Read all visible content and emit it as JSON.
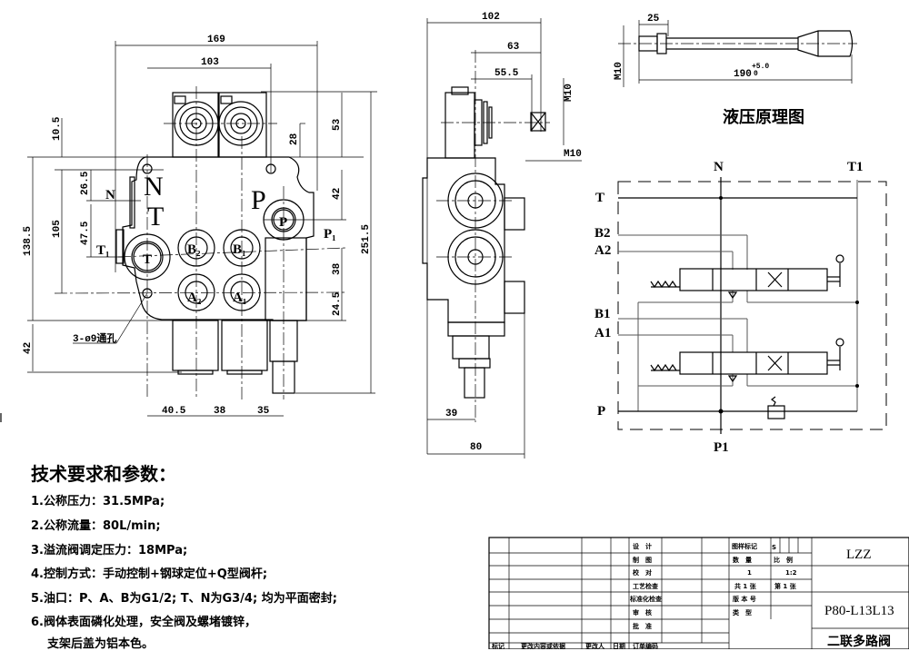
{
  "front_view": {
    "dims": {
      "w169": "169",
      "w103": "103",
      "h10_5": "10.5",
      "h26_5": "26.5",
      "h47_5": "47.5",
      "h105": "105",
      "h138_5": "138.5",
      "h42b": "42",
      "h53": "53",
      "h28": "28",
      "h42r": "42",
      "h38": "38",
      "h24_5": "24.5",
      "h251_5": "251.5",
      "w40_5": "40.5",
      "w38": "38",
      "w35": "35"
    },
    "labels": {
      "N_big": "N",
      "T_big": "T",
      "P_big": "P",
      "N_side": "N",
      "T1": "T₁",
      "P1": "P₁",
      "port_T": "T",
      "port_P": "P",
      "port_B2": "B₂",
      "port_B1": "B₁",
      "port_A2": "A₂",
      "port_A1": "A₁",
      "holes": "3-ø9通孔"
    }
  },
  "side_view": {
    "dims": {
      "w102": "102",
      "w63": "63",
      "w55_5": "55.5",
      "m10_v": "M10",
      "m10_h": "M10",
      "w39": "39",
      "w80": "80"
    }
  },
  "handle": {
    "dims": {
      "w25": "25",
      "m10": "M10",
      "len": "190",
      "tol_upper": "+5.0",
      "tol_lower": "0"
    }
  },
  "schematic": {
    "title": "液压原理图",
    "labels": {
      "N": "N",
      "T1": "T1",
      "T": "T",
      "B2": "B2",
      "A2": "A2",
      "B1": "B1",
      "A1": "A1",
      "P": "P",
      "P1": "P1"
    }
  },
  "requirements": {
    "title": "技术要求和参数：",
    "items": [
      "1.公称压力：31.5MPa;",
      "2.公称流量：80L/min;",
      "3.溢流阀调定压力：18MPa;",
      "4.控制方式：手动控制+钢球定位+Q型阀杆;",
      "5.油口：P、A、B为G1/2; T、N为G3/4; 均为平面密封;",
      "6.阀体表面磷化处理，安全阀及螺堵镀锌，",
      "支架后盖为铝本色。"
    ]
  },
  "title_block": {
    "sign_rows": [
      "设　计",
      "制　图",
      "校　对",
      "工艺检查",
      "标准化检查",
      "审　核",
      "批　准"
    ],
    "footer": [
      "标记",
      "更改内容或依据",
      "更改人",
      "日期",
      "订单编码"
    ],
    "drawing_mark_label": "图样标记",
    "drawing_mark_value": "S",
    "quantity_label": "数　量",
    "scale_label": "比　例",
    "quantity": "1",
    "scale": "1:2",
    "sheets_total": "共 1 张",
    "sheet_no": "第 1 张",
    "version_label": "版 本 号",
    "type_label": "类　型",
    "company": "LZZ",
    "part_number": "P80-L13L13",
    "part_name": "二联多路阀"
  }
}
